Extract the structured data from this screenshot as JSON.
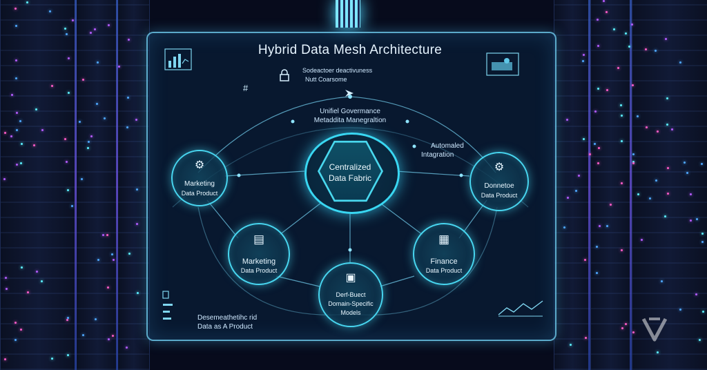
{
  "title": "Hybrid Data Mesh Architecture",
  "top_labels": {
    "line1": "Sodeactoer deactivuness",
    "line2": "Nutt Coarsome"
  },
  "governance": {
    "line1": "Unifiel Govermance",
    "line2": "Metaddita Manegraltion"
  },
  "integration": {
    "line1": "Automaled",
    "line2": "Intagration"
  },
  "center": {
    "line1": "Centralized",
    "line2": "Data Fabric"
  },
  "nodes": {
    "left_upper": {
      "title": "Marketing",
      "sub": "Data Product"
    },
    "right_upper": {
      "title": "Donnetoe",
      "sub": "Data Product"
    },
    "left_lower": {
      "title": "Marketing",
      "sub": "Data Product"
    },
    "right_lower": {
      "title": "Finance",
      "sub": "Data Product"
    },
    "bottom": {
      "line1": "Derf-Buect",
      "line2": "Domain-Specific",
      "line3": "Models"
    }
  },
  "bottom_left": {
    "line1": "Desemeathetihc rid",
    "line2": "Data as A Product"
  },
  "colors": {
    "accent": "#48d6f0",
    "panel_border": "#78dcff",
    "background": "#070b1c"
  },
  "icons": [
    "lock-icon",
    "hash-icon",
    "arrow-icon",
    "chart-icon",
    "document-icon",
    "gear-icon",
    "presentation-icon",
    "growth-chart-icon",
    "logo-icon"
  ]
}
